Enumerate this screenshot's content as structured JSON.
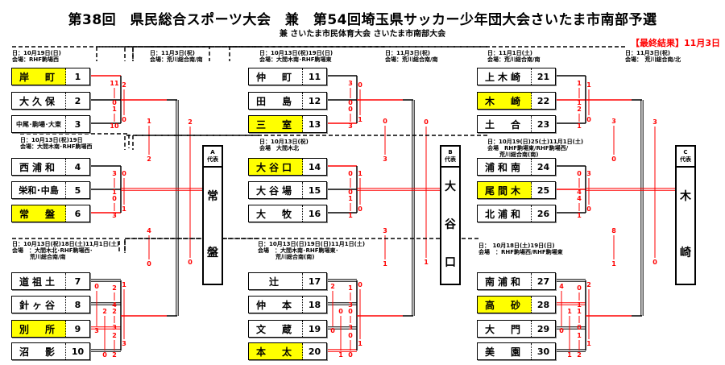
{
  "header": {
    "title": "第38回　県民総合スポーツ大会　兼　第54回埼玉県サッカー少年団大会さいたま市南部予選",
    "subtitle": "兼 さいたま市民体育大会 さいたま市南部大会",
    "result_label": "【最終結果】11月3日"
  },
  "colors": {
    "winner_fill": "#ffff00",
    "score_color": "#ff0000",
    "line_color": "#000000"
  },
  "blocks": [
    {
      "id": "A",
      "rep_label": "A\n代表",
      "rep_head": [
        "A",
        "代表"
      ],
      "representative": "常盤",
      "rep_chars": [
        "常",
        "盤"
      ],
      "final_info": {
        "date": "日：11月3日(祝)",
        "venue": "会場：荒川総合南/南"
      },
      "groups": [
        {
          "info": {
            "date": "日：10月19日(日)",
            "venue": "会場：RHF駒場西"
          },
          "teams": [
            {
              "no": "1",
              "name": "岸　町",
              "winner": true
            },
            {
              "no": "2",
              "name": "大久保"
            },
            {
              "no": "3",
              "name": "中尾･駒場･大東"
            }
          ],
          "scores": [
            "11-0",
            "1-10",
            "2-0"
          ]
        },
        {
          "info": {
            "date": "日：10月13日(祝)19日",
            "venue": "会場：大間木南･RHF駒場西"
          },
          "teams": [
            {
              "no": "4",
              "name": "西浦和"
            },
            {
              "no": "5",
              "name": "栄和･中島"
            },
            {
              "no": "6",
              "name": "常　盤",
              "winner": true
            }
          ],
          "scores": [
            "3-1",
            "0-3",
            "0-1"
          ]
        },
        {
          "info": {
            "date": "日：10月13日(祝)18日(土)11月1日(土)",
            "venue": "会場　：大間木北･RHF駒場西･",
            "venue2": "荒川総合南/南"
          },
          "teams": [
            {
              "no": "7",
              "name": "道祖土"
            },
            {
              "no": "8",
              "name": "針ヶ谷"
            },
            {
              "no": "9",
              "name": "別　所",
              "winner": true
            },
            {
              "no": "10",
              "name": "沼　影"
            }
          ],
          "scores": [
            "2-4",
            "2-3",
            "2-2",
            "0-3",
            "2-0",
            "1-3"
          ]
        }
      ],
      "round2_scores": [
        "1-2",
        "4-0"
      ],
      "final_scores": [
        "2-0"
      ]
    },
    {
      "id": "B",
      "rep_head": [
        "B",
        "代表"
      ],
      "representative": "大谷口",
      "rep_chars": [
        "大",
        "谷",
        "口"
      ],
      "final_info": {
        "date": "日：11月3日(祝)",
        "venue": "会場：荒川総合南/南"
      },
      "groups": [
        {
          "info": {
            "date": "日：10月13日(祝)19日(日)",
            "venue": "会場：大間木南･RHF駒場東"
          },
          "teams": [
            {
              "no": "11",
              "name": "仲　町"
            },
            {
              "no": "12",
              "name": "田　島"
            },
            {
              "no": "13",
              "name": "三　室",
              "winner": true
            }
          ],
          "scores": [
            "3-0",
            "0-3",
            "0-1"
          ]
        },
        {
          "info": {
            "date": "日：10月13日(祝)",
            "venue": "会場　大間木北"
          },
          "teams": [
            {
              "no": "14",
              "name": "大谷口",
              "winner": true
            },
            {
              "no": "15",
              "name": "大谷場"
            },
            {
              "no": "16",
              "name": "大　牧"
            }
          ],
          "scores": [
            "0-0",
            "1-1",
            "1-0"
          ]
        },
        {
          "info": {
            "date": "日：10月13日(日)19日(日)11月1日(土)",
            "venue": "会場　：大間木南･RHF駒場東･",
            "venue2": "荒川総合南(南)"
          },
          "teams": [
            {
              "no": "17",
              "name": "辻"
            },
            {
              "no": "18",
              "name": "仲　本"
            },
            {
              "no": "19",
              "name": "文　蔵"
            },
            {
              "no": "20",
              "name": "本　太",
              "winner": true
            }
          ],
          "scores": [
            "1-3",
            "0-3",
            "0-0",
            "2-0",
            "0-1",
            "0-1"
          ]
        }
      ],
      "round2_scores": [
        "0-3",
        "3-1"
      ],
      "final_scores": [
        "0-1"
      ]
    },
    {
      "id": "C",
      "rep_head": [
        "C",
        "代表"
      ],
      "representative": "木崎",
      "rep_chars": [
        "木",
        "崎"
      ],
      "final_info": {
        "date": "日：11月3日(祝)",
        "venue": "会場：　荒川総合南/北"
      },
      "round2_info": {
        "date": "日：11月1日(土)",
        "venue": "会場：荒川総合南/南"
      },
      "groups": [
        {
          "info": {
            "date": "日：11月1日(土)",
            "venue": "会場：荒川総合南/南"
          },
          "teams": [
            {
              "no": "21",
              "name": "上木崎"
            },
            {
              "no": "22",
              "name": "木　崎",
              "winner": true
            },
            {
              "no": "23",
              "name": "土　合"
            }
          ],
          "scores": [
            "1-1",
            "2-1",
            "1-0"
          ]
        },
        {
          "info": {
            "date": "日：10月19(日)25(土)11月1日(土)",
            "venue": "会場　RHF駒場東/RHF駒場西/",
            "venue2": "荒川総合南(南)"
          },
          "teams": [
            {
              "no": "24",
              "name": "浦和南"
            },
            {
              "no": "25",
              "name": "尾間木",
              "winner": true
            },
            {
              "no": "26",
              "name": "北浦和"
            }
          ],
          "scores": [
            "0-4",
            "4-1",
            "3-0"
          ]
        },
        {
          "info": {
            "date": "日：　10月18日(土)19日(日)",
            "venue": "会場　：RHF駒場西/RHF駒場東"
          },
          "teams": [
            {
              "no": "27",
              "name": "南浦和"
            },
            {
              "no": "28",
              "name": "高　砂",
              "winner": true
            },
            {
              "no": "29",
              "name": "大　門"
            },
            {
              "no": "30",
              "name": "美　園"
            }
          ],
          "scores": [
            "0-1",
            "1-0",
            "1-2",
            "4-0",
            "1-1",
            "2-1"
          ]
        }
      ],
      "round2_scores": [
        "3-0",
        "8-1"
      ],
      "final_scores": [
        "3-0"
      ]
    }
  ]
}
